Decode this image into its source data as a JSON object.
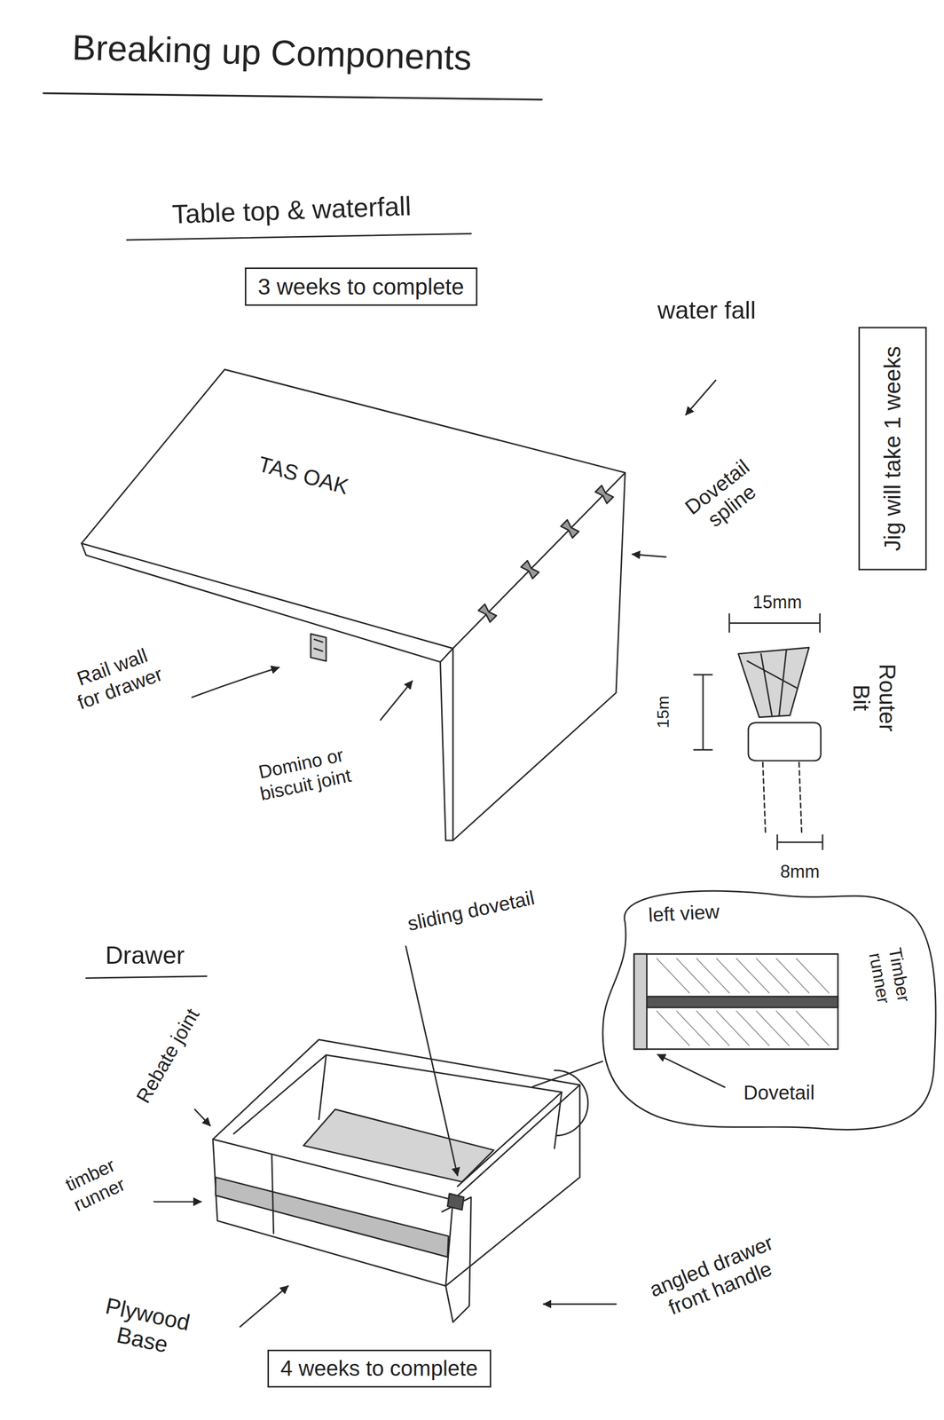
{
  "diagram": {
    "title": "Breaking up Components",
    "nodes": [
      {
        "text": [
          "3 weeks to complete"
        ]
      },
      {
        "text": [
          "Jig will take 1 weeks"
        ]
      },
      {
        "text": [
          "left view",
          "Timber runner",
          "Dovetail"
        ]
      },
      {
        "text": [
          "4 weeks to complete"
        ]
      }
    ],
    "labels": [
      "Table top & waterfall",
      "water fall",
      "TAS OAK",
      "Dovetail spline",
      "Rail wall for drawer",
      "Domino or biscuit joint",
      "15mm",
      "15m",
      "Router Bit",
      "8mm",
      "Drawer",
      "sliding dovetail",
      "Rebate joint",
      "timber runner",
      "Plywood Base",
      "angled drawer front handle"
    ]
  }
}
